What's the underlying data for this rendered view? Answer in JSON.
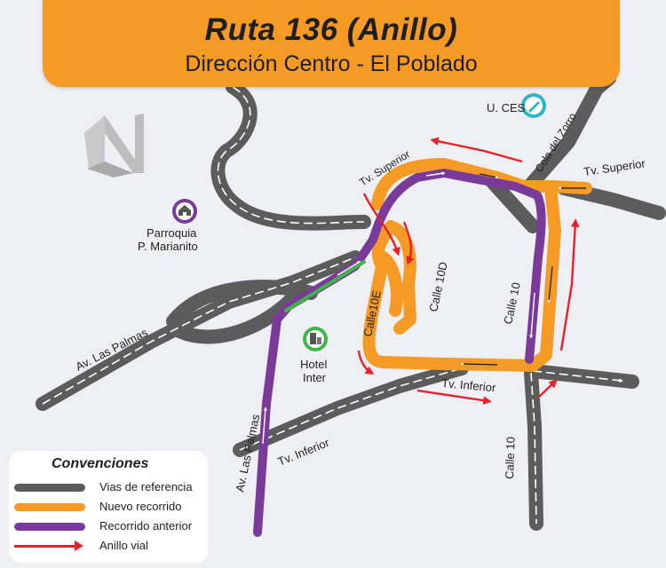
{
  "title": "Ruta 136 (Anillo)",
  "subtitle": "Dirección Centro - El Poblado",
  "colors": {
    "reference": "#5c5c5c",
    "new_route": "#f59a24",
    "old_route": "#7a3a9a",
    "ring": "#e8202a",
    "green_segment": "#3fb449",
    "banner": "#f59a24"
  },
  "landmarks": {
    "ces": "U. CES",
    "parroquia_1": "Parroquia",
    "parroquia_2": "P. Marianito",
    "hotel_1": "Hotel",
    "hotel_2": "Inter"
  },
  "streets": {
    "las_palmas_left": "Av. Las Palmas",
    "las_palmas_lower": "Av. Las Palmas",
    "tv_inferior_left": "Tv. Inferior",
    "tv_inferior_right": "Tv. Inferior",
    "tv_superior_left": "Tv. Superior",
    "tv_superior_right": "Tv. Superior",
    "cola_zorro": "Cola del Zorro",
    "calle10_top": "Calle 10",
    "calle10_bottom": "Calle 10",
    "calle10d": "Calle 10D",
    "calle10e": "Calle10E"
  },
  "icons": {
    "north": "north-icon",
    "ces": "pencil-icon",
    "parroquia": "church-icon",
    "hotel": "hotel-icon"
  },
  "legend": {
    "title": "Convenciones",
    "items": [
      {
        "label": "Vias de referencia",
        "color": "#5c5c5c"
      },
      {
        "label": "Nuevo recorrido",
        "color": "#f59a24"
      },
      {
        "label": "Recorrido anterior",
        "color": "#7a3a9a"
      },
      {
        "label": "Anillo vial",
        "color": "#e8202a"
      }
    ]
  }
}
